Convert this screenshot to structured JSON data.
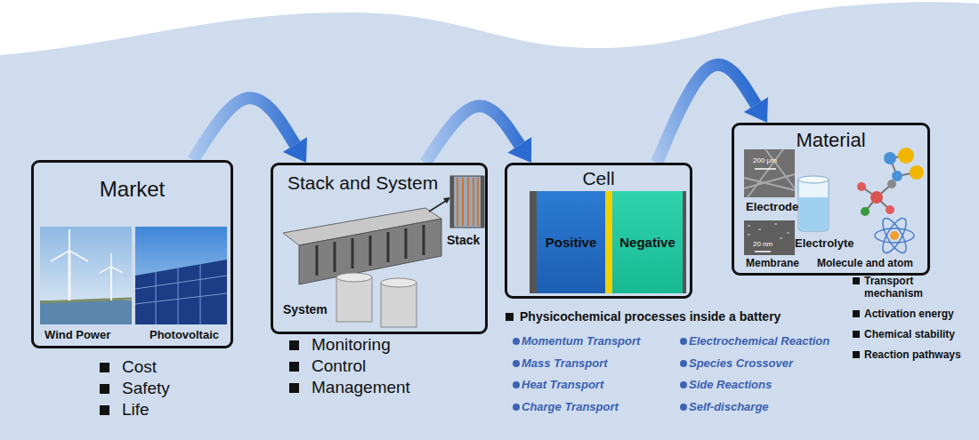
{
  "diagram": {
    "nodes": [
      {
        "text": [
          "Market"
        ]
      },
      {
        "text": [
          "Stack and System"
        ]
      },
      {
        "text": [
          "Cell"
        ]
      },
      {
        "text": [
          "Positive"
        ],
        "in": 2
      },
      {
        "text": [
          "Negative"
        ],
        "in": 2
      },
      {
        "text": [
          "Material"
        ]
      }
    ],
    "edges": [
      {
        "from": 0,
        "to": 1,
        "arrow": "to"
      },
      {
        "from": 1,
        "to": 2,
        "arrow": "to"
      },
      {
        "from": 2,
        "to": 5,
        "arrow": "to"
      }
    ],
    "labels": [
      "Wind Power",
      "Photovoltaic",
      "Cost",
      "Safety",
      "Life",
      "System",
      "Stack",
      "Monitoring",
      "Control",
      "Management",
      "Physicochemical processes inside a battery",
      "Momentum Transport",
      "Mass Transport",
      "Heat Transport",
      "Charge Transport",
      "Electrochemical Reaction",
      "Species Crossover",
      "Side Reactions",
      "Self-discharge",
      "200 μm",
      "Electrode",
      "Electrolyte",
      "20 nm",
      "Membrane",
      "Molecule and atom",
      "Transport mechanism",
      "Activation energy",
      "Chemical stability",
      "Reaction pathways"
    ]
  }
}
